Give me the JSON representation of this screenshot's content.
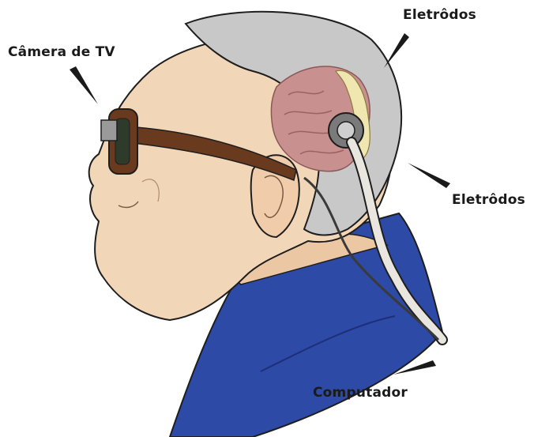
{
  "labels": {
    "camera": "Câmera de TV",
    "electrodes_top": "Eletrôdos",
    "electrodes_right": "Eletrôdos",
    "computer": "Computador"
  },
  "colors": {
    "skin": "#f2d6b8",
    "hair": "#c8c8c8",
    "brain": "#c99090",
    "glasses": "#6a3a1e",
    "jacket": "#2c4aa6",
    "cable": "#e8e6df",
    "outline": "#1e1e1e"
  },
  "icons": [
    "pointer-arrow-icon"
  ]
}
